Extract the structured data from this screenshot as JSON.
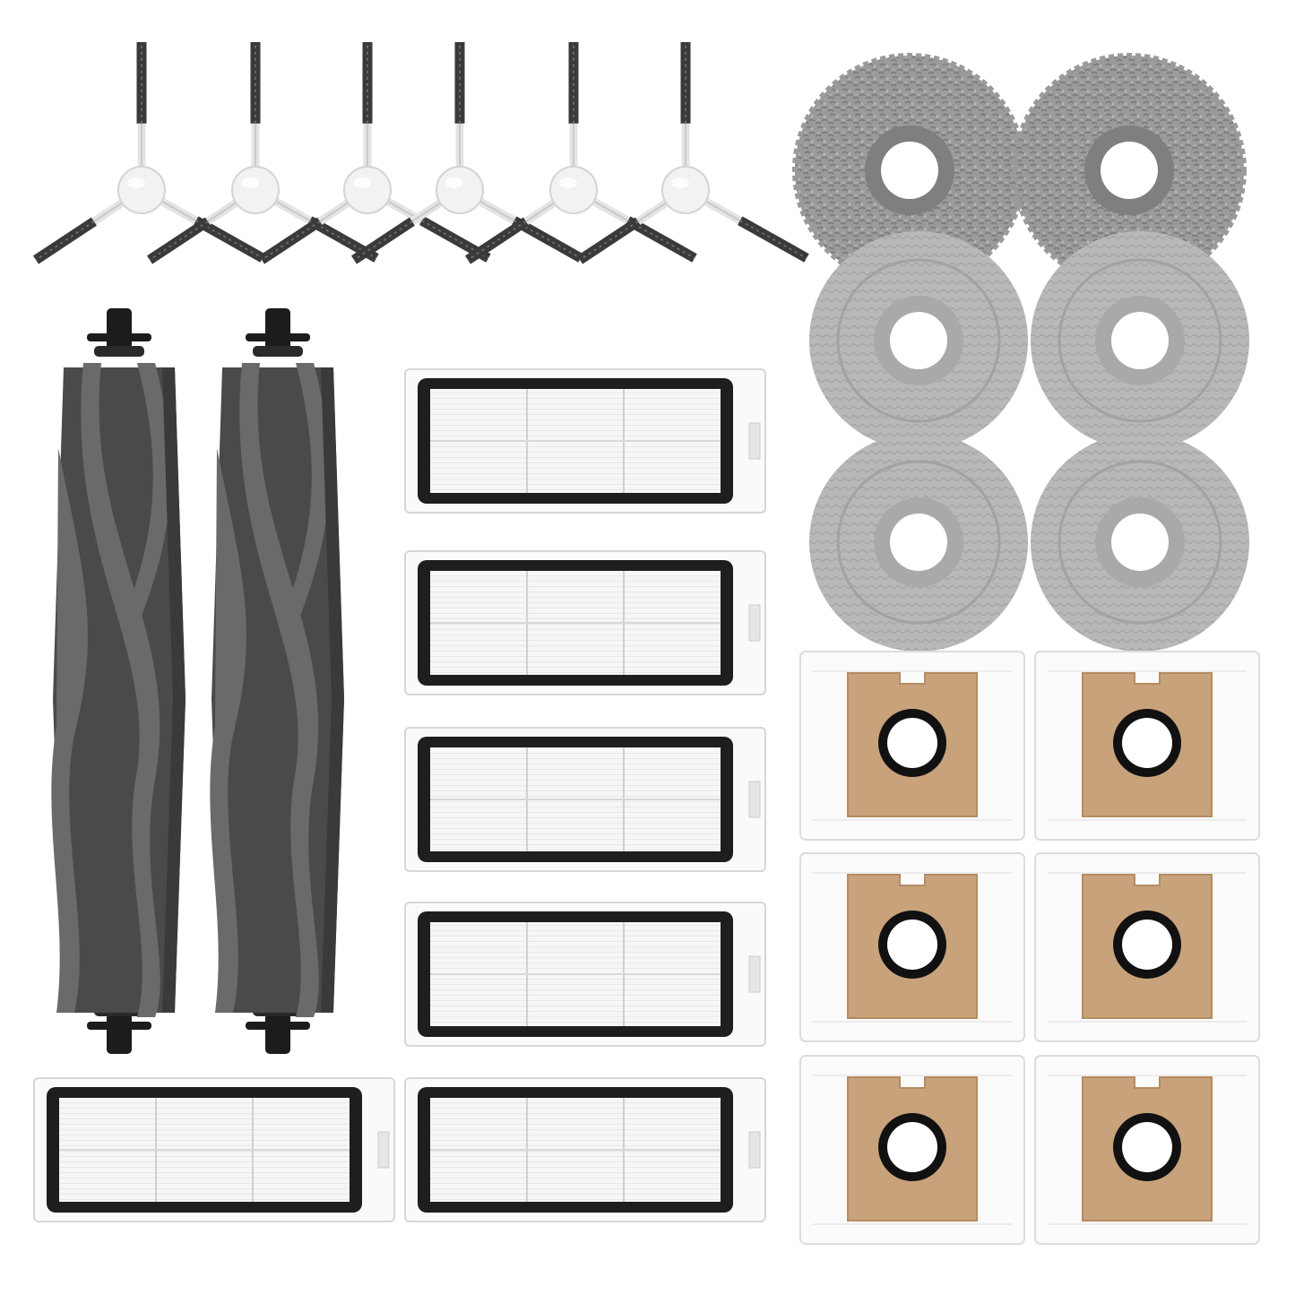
{
  "product_kit": {
    "side_brushes": {
      "count": 6,
      "hub_color": "#f2f2f2",
      "bristle_color": "#3a3a3a"
    },
    "main_brushes": {
      "count": 2,
      "body_color": "#4a4a4a",
      "flap_color": "#6a6a6a",
      "end_cap_color": "#1c1c1c"
    },
    "filters": {
      "count": 6,
      "frame_color": "#1e1e1e",
      "media_color": "#f4f4f4",
      "case_color": "#fafafa"
    },
    "mop_pads": {
      "count": 6,
      "textured_color": "#9a9a9a",
      "flat_color": "#b6b6b6"
    },
    "dust_bags": {
      "count": 6,
      "bag_color": "#fbfbfb",
      "collar_color": "#c8a27a",
      "ring_color": "#111111"
    }
  }
}
